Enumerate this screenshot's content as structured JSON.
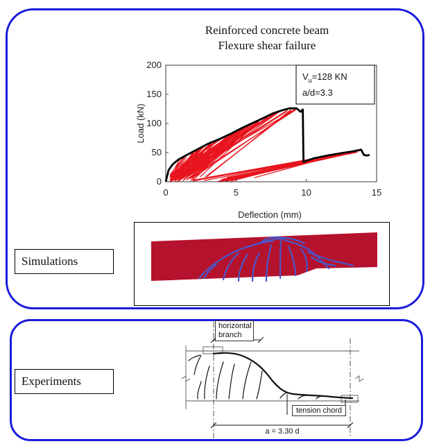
{
  "title": {
    "line1": "Reinforced concrete beam",
    "line2": "Flexure shear failure"
  },
  "labels": {
    "simulations": "Simulations",
    "experiments": "Experiments"
  },
  "chart_data": {
    "type": "line",
    "xlabel": "Deflection (mm)",
    "ylabel": "Load (kN)",
    "xlim": [
      0,
      15
    ],
    "ylim": [
      0,
      200
    ],
    "xticks": [
      0,
      5,
      10,
      15
    ],
    "yticks": [
      0,
      50,
      100,
      150,
      200
    ],
    "annotation": {
      "vu_prefix": "V",
      "vu_sub": "u",
      "vu_value": "=128 KN",
      "ad": "a/d=3.3"
    },
    "series": [
      {
        "color": "#000000",
        "x": [
          0,
          0.2,
          0.5,
          0.9,
          1.5,
          2.2,
          3,
          3.8,
          4.6,
          5.4,
          6.2,
          7,
          7.6,
          8.2,
          8.8,
          9.3,
          9.6,
          9.7,
          9.75,
          9.8,
          10.5,
          11.5,
          12.5,
          13.3,
          13.9,
          14.1,
          14.3,
          14.5
        ],
        "y": [
          0,
          20,
          30,
          38,
          46,
          55,
          65,
          73,
          82,
          92,
          101,
          110,
          117,
          122,
          126,
          126,
          120,
          123,
          124,
          34,
          40,
          45,
          49,
          52,
          55,
          46,
          45,
          46
        ]
      }
    ],
    "red_color": "#e8141e"
  },
  "diagram": {
    "horizontal_branch_line1": "horizontal",
    "horizontal_branch_line2": "branch",
    "tension_chord": "tension chord",
    "span_label": "a = 3.30 d"
  },
  "colors": {
    "frame": "#1a1adc",
    "beam": "#b5122d",
    "cracks": "#4a56c8"
  }
}
